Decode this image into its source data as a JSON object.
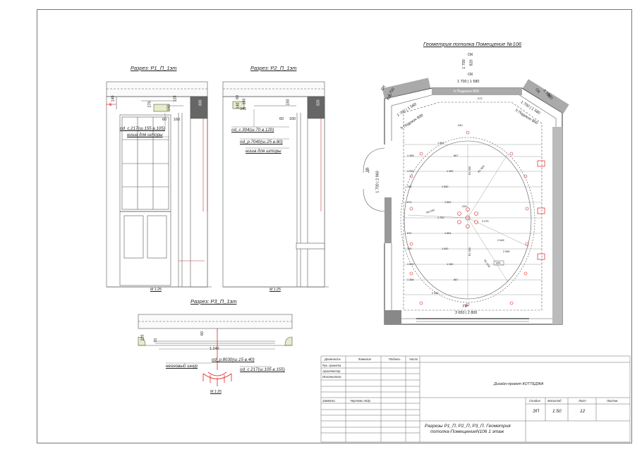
{
  "sections": {
    "p1": {
      "title": "Разрез: Р1_П_1эт",
      "scale": "М 1:25",
      "dims": {
        "d140": "140",
        "d270": "270",
        "d150": "150",
        "d120": "120",
        "d60": "60",
        "d160": "160",
        "d300": "300"
      },
      "notes": [
        "od_c.217(ш.155 в.105)",
        "ниша для шторы"
      ]
    },
    "p2": {
      "title": "Разрез: Р2_П_1эт",
      "scale": "М 1:25",
      "dims": {
        "d60": "60",
        "d140": "140",
        "d160": "160",
        "d345": "345",
        "d150": "150",
        "d60b": "60",
        "d160b": "160",
        "d320": "320"
      },
      "notes": [
        "od_c.304(ш.70 в.120)",
        "od_p.7040(ш.25 в.80)",
        "ниша для шторы"
      ]
    },
    "p3": {
      "title": "Разрез: Р3_П_1эт",
      "scale": "М 1:25",
      "dims": {
        "d220": "220",
        "d70": "70",
        "d60": "60",
        "d1240": "1 240"
      },
      "notes": [
        "od_p.8030(ш.15 в.40)",
        "od_c.217(ш.105 в.155)",
        "неоновый шнур"
      ]
    }
  },
  "plan": {
    "title": "Геометрия потолка Помещение №106",
    "top": {
      "ok": "ОК",
      "v1": "1 700",
      "v2": "820",
      "ok2": "ОК",
      "d": "1 700 | 1 580",
      "podokon": "h Подокон 800",
      "ell": "-372"
    },
    "left_diag": {
      "ok": "ОК",
      "v1": "1 700",
      "v2": "820",
      "d": "1 700 | 1 580",
      "podokon": "h Подокон 800"
    },
    "right_diag": {
      "ok": "ОК",
      "v1": "1 700",
      "v2": "820",
      "d": "1 700 | 1 580",
      "podokon": "h Подокон 800"
    },
    "door": {
      "dv": "ДВ",
      "dims": "1 700 | 2 960"
    },
    "bottom": {
      "pr": "ПР",
      "dims": "3 650 | 2 800"
    },
    "label_m": "-340",
    "rows": [
      {
        "l": "1 358",
        "r": "867"
      },
      {
        "l": "1 903",
        "r": "1 352"
      },
      {
        "l": "793",
        "r": "1 562"
      },
      {
        "l": "674",
        "r": "1 681"
      },
      {
        "l": "1 720",
        "r": ""
      },
      {
        "l": "674",
        "r": "1 681"
      },
      {
        "l": "793",
        "r": "1 562"
      },
      {
        "l": "1 903",
        "r": "1 352"
      },
      {
        "l": "1 358",
        "r": "867"
      }
    ],
    "top_val": "1 862",
    "bottom_val": "2 356",
    "radii": [
      "R1 603",
      "R3 240",
      "R1 955",
      "R1 500",
      "R1 500"
    ],
    "misc": [
      "3 475",
      "2 648",
      "2 955",
      "106",
      "-290"
    ]
  },
  "titleblock": {
    "headers": [
      "Должность",
      "Фамилия",
      "Подпись",
      "Число"
    ],
    "roles": [
      "Рук. проекта",
      "Архитектор",
      "Исполнитель"
    ],
    "row_labels": [
      "Заметки",
      "Чертежи подр"
    ],
    "project": "Дизайн-проект КОТТЕДЖА",
    "stage_headers": [
      "Стадия",
      "Масштаб",
      "Лист",
      "Листов"
    ],
    "stage": "ЭП",
    "scale": "1:50",
    "sheet": "12",
    "sheets": "",
    "drawing_title_1": "Разрезы Р1_П, Р2_П, Р3_П. Геометрия",
    "drawing_title_2": "потолка-ПомещениеN106 1 этаж"
  }
}
